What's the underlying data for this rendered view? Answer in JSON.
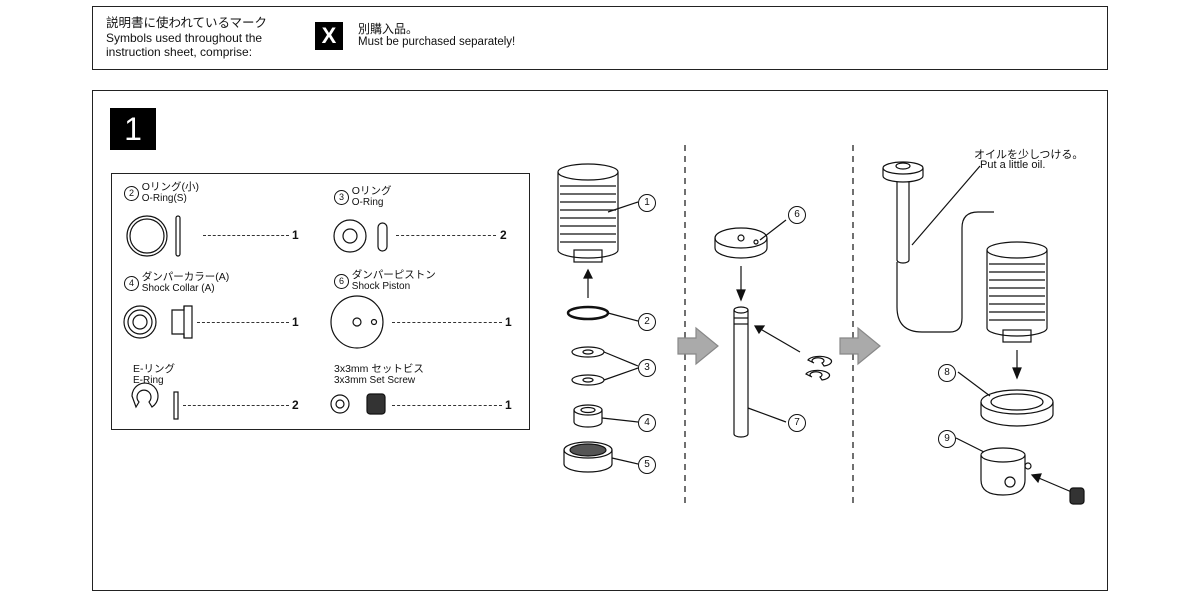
{
  "legend": {
    "title_jp": "説明書に使われているマーク",
    "title_en_line1": "Symbols used throughout the",
    "title_en_line2": "instruction sheet, comprise:",
    "mark_symbol": "X",
    "mark_jp": "別購入品。",
    "mark_en": "Must be purchased separately!"
  },
  "step": {
    "number": "1"
  },
  "parts": [
    {
      "id": "2",
      "name_jp": "Oリング(小)",
      "name_en": "O-Ring(S)",
      "qty": "1"
    },
    {
      "id": "3",
      "name_jp": "Oリング",
      "name_en": "O-Ring",
      "qty": "2"
    },
    {
      "id": "4",
      "name_jp": "ダンパーカラー(A)",
      "name_en": "Shock Collar (A)",
      "qty": "1"
    },
    {
      "id": "6",
      "name_jp": "ダンパーピストン",
      "name_en": "Shock Piston",
      "qty": "1"
    },
    {
      "id": "",
      "name_jp": "E-リング",
      "name_en": "E-Ring",
      "qty": "2"
    },
    {
      "id": "",
      "name_jp": "3x3mm セットビス",
      "name_en": "3x3mm Set Screw",
      "qty": "1"
    }
  ],
  "callouts": [
    "1",
    "2",
    "3",
    "4",
    "5",
    "6",
    "7",
    "8",
    "9"
  ],
  "oil_note": {
    "jp": "オイルを少しつける。",
    "en": "Put a little oil."
  },
  "colors": {
    "ink": "#111111",
    "arrow_fill": "#aaaaaa"
  }
}
